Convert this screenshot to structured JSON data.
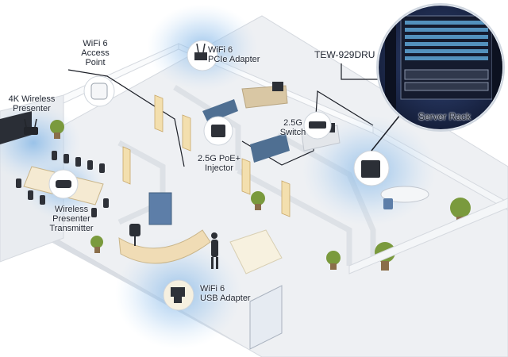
{
  "labels": {
    "wifi6_access_point": "WiFi 6\nAccess\nPoint",
    "wifi6_pcie_adapter": "WiFi 6\nPCIe Adapter",
    "tew_929dru": "TEW-929DRU",
    "server_rack": "Server Rack",
    "wireless_presenter_4k": "4K Wireless\nPresenter",
    "switch_25g": "2.5G\nSwitch",
    "poe_injector_25g": "2.5G PoE+\nInjector",
    "wireless_presenter_transmitter": "Wireless\nPresenter\nTransmitter",
    "wifi6_usb_adapter": "WiFi 6\nUSB Adapter"
  },
  "colors": {
    "floor": "#f1f3f5",
    "wall_top": "#fafbfc",
    "wall_side": "#d9dde3",
    "wifi_glow": "#7fb4e6",
    "sofa_blue": "#4f6f92",
    "door": "#f3dfae",
    "wood": "#d9c7a4",
    "callout_line": "#1b1e26",
    "rack_bg": "#1d2a4a",
    "rack_port": "#5fa6d6",
    "device_dark": "#2b2f36",
    "plant": "#7a9a3d"
  },
  "icons": [
    "access-point-icon",
    "pcie-adapter-icon",
    "usb-adapter-icon",
    "switch-icon",
    "poe-injector-icon",
    "presenter-transmitter-icon",
    "desktop-computer-icon",
    "router-icon"
  ]
}
